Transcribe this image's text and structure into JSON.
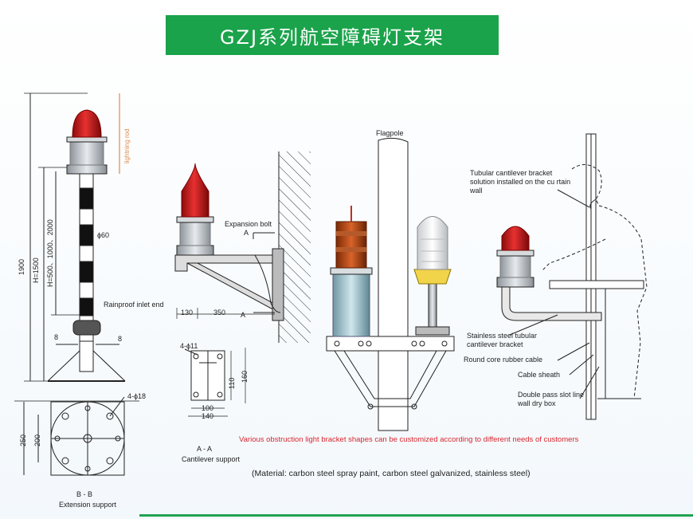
{
  "title": "GZJ系列航空障碍灯支架",
  "labels": {
    "lightning_rod": "lightning rod",
    "phi60": "ϕ60",
    "height_total": "1900",
    "height_h": "H=1500",
    "height_options": "H=500、1000、2000",
    "rainproof": "Rainproof inlet end",
    "eight_left": "8",
    "eight_right": "8",
    "holes": "4-ϕ18",
    "dim250": "250",
    "dim200": "200",
    "bb": "B - B",
    "extension": "Extension support",
    "expansion_bolt": "Expansion bolt",
    "a_top": "A",
    "a_bottom": "A",
    "dim130": "130",
    "dim350": "350",
    "holes11": "4-ϕ11",
    "dim110": "110",
    "dim160": "160",
    "dim100": "100",
    "dim140": "140",
    "aa": "A - A",
    "cantilever": "Cantilever support",
    "flagpole": "Flagpole",
    "tubular_solution": "Tubular cantilever bracket solution installed on the cu rtain wall",
    "stainless": "Stainless steel tubular cantilever bracket",
    "round_core": "Round core rubber cable",
    "cable_sheath": "Cable sheath",
    "double_pass": "Double pass slot line wall dry box",
    "customize_note": "Various obstruction light bracket shapes can be customized according to different needs of customers",
    "material_note": "(Material: carbon steel spray paint, carbon steel galvanized, stainless steel)"
  },
  "colors": {
    "title_bg": "#1aa34a",
    "lamp_red": "#d42020",
    "note_red": "#d8262e",
    "bottom_rule": "#21a352"
  }
}
